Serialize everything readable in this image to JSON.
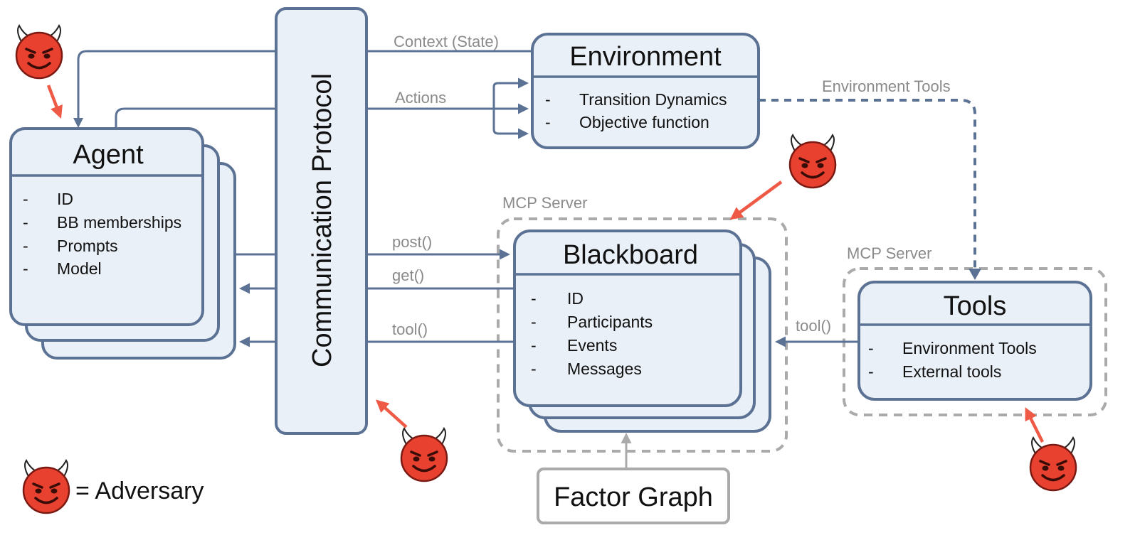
{
  "agent": {
    "title": "Agent",
    "items": [
      "ID",
      "BB memberships",
      "Prompts",
      "Model"
    ]
  },
  "protocol": {
    "title": "Communication Protocol"
  },
  "environment": {
    "title": "Environment",
    "items": [
      "Transition Dynamics",
      "Objective function"
    ]
  },
  "blackboard": {
    "title": "Blackboard",
    "items": [
      "ID",
      "Participants",
      "Events",
      "Messages"
    ]
  },
  "tools": {
    "title": "Tools",
    "items": [
      "Environment Tools",
      "External tools"
    ]
  },
  "factor_graph": {
    "title": "Factor Graph"
  },
  "mcp_label": "MCP Server",
  "edges": {
    "context": "Context (State)",
    "actions": "Actions",
    "env_tools": "Environment Tools",
    "post": "post()",
    "get": "get()",
    "tool_left": "tool()",
    "tool_right": "tool()"
  },
  "bullet": "-",
  "legend": {
    "text": "= Adversary"
  },
  "colors": {
    "box_fill": "#eaf0f7",
    "box_stroke": "#5b7294",
    "dashed_gray": "#aaaaaa",
    "adversary": "#ee5a45"
  },
  "icons": {
    "adversary": "devil-face-icon"
  }
}
